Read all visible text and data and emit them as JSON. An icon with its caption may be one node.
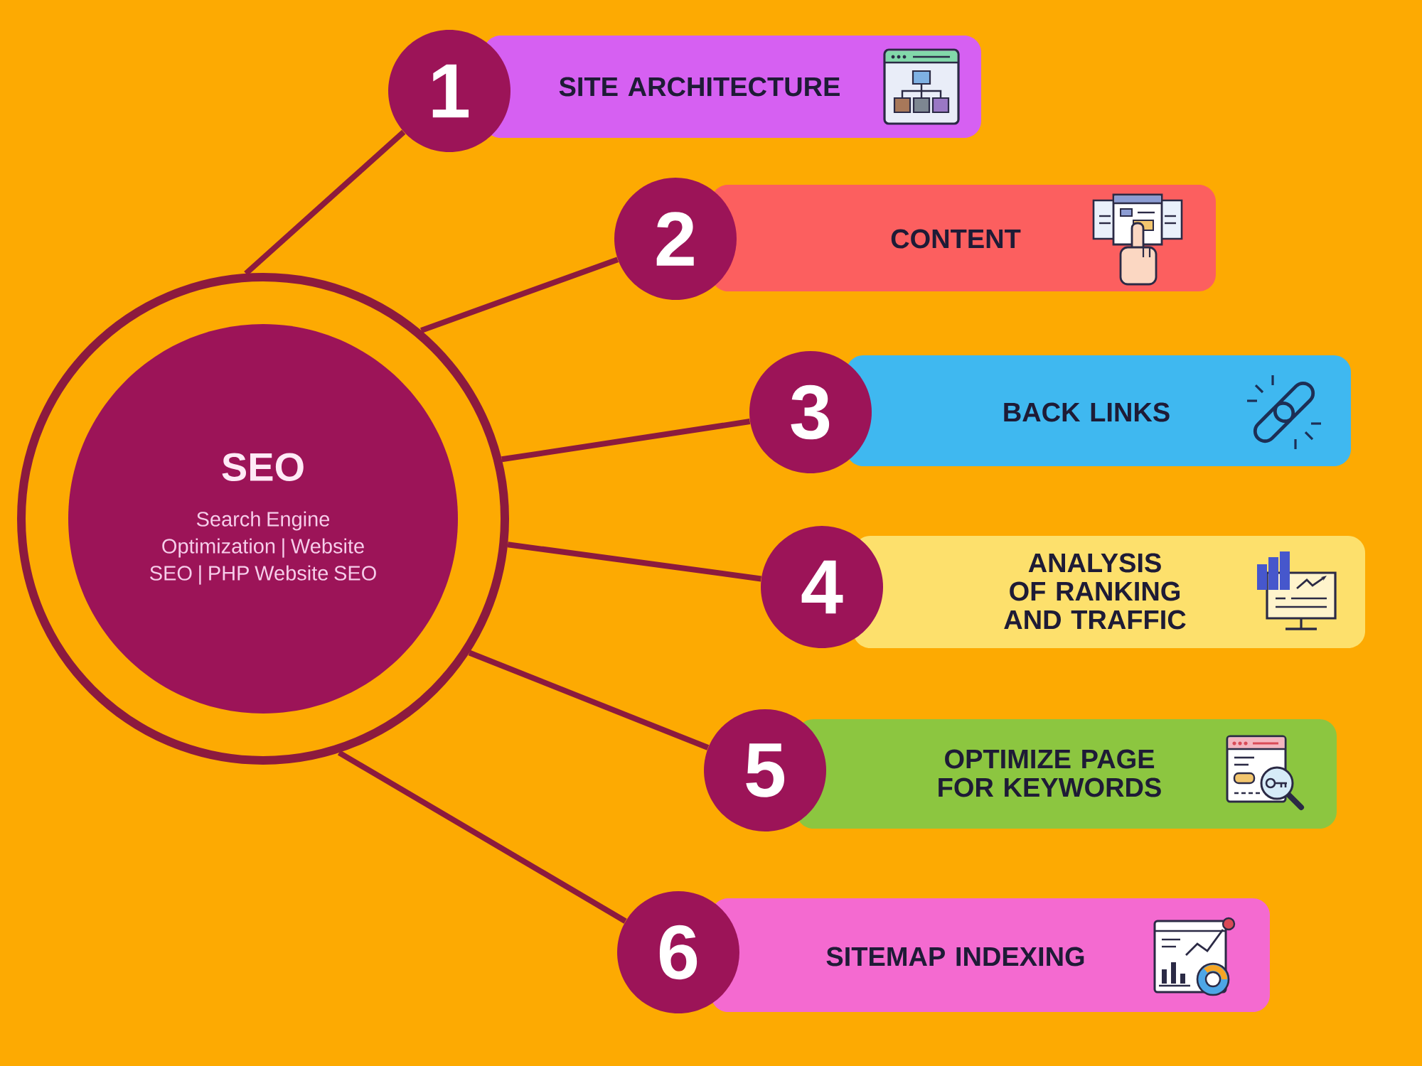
{
  "diagram": {
    "nodes": [
      {
        "text": [
          "SEO",
          "Search Engine Optimization | Website SEO | PHP Website SEO"
        ]
      },
      {
        "text": [
          "1"
        ]
      },
      {
        "text": [
          "SITE ARCHITECTURE"
        ]
      },
      {
        "text": [
          "2"
        ]
      },
      {
        "text": [
          "CONTENT"
        ]
      },
      {
        "text": [
          "3"
        ]
      },
      {
        "text": [
          "BACK LINKS"
        ]
      },
      {
        "text": [
          "4"
        ]
      },
      {
        "text": [
          "ANALYSIS OF RANKING AND TRAFFIC"
        ]
      },
      {
        "text": [
          "5"
        ]
      },
      {
        "text": [
          "OPTIMIZE PAGE FOR KEYWORDS"
        ]
      },
      {
        "text": [
          "6"
        ]
      },
      {
        "text": [
          "SITEMAP INDEXING"
        ]
      }
    ],
    "edges": [
      {
        "from": 0,
        "to": 1,
        "arrow": "none"
      },
      {
        "from": 0,
        "to": 3,
        "arrow": "none"
      },
      {
        "from": 0,
        "to": 5,
        "arrow": "none"
      },
      {
        "from": 0,
        "to": 7,
        "arrow": "none"
      },
      {
        "from": 0,
        "to": 9,
        "arrow": "none"
      },
      {
        "from": 0,
        "to": 11,
        "arrow": "none"
      }
    ]
  }
}
